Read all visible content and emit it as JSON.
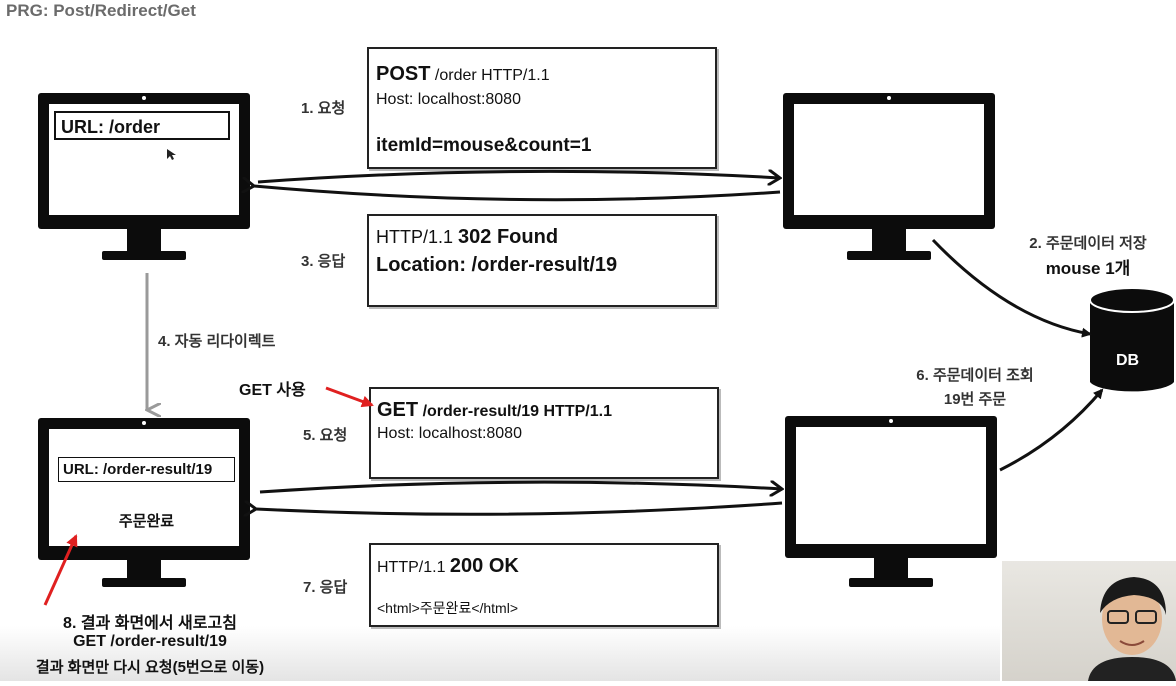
{
  "title": "PRG: Post/Redirect/Get",
  "client_top": {
    "url": "URL: /order"
  },
  "client_bottom": {
    "url": "URL: /order-result/19",
    "content": "주문완료"
  },
  "db_label": "DB",
  "msg1": {
    "line1_bold": "POST",
    "line1_rest": " /order HTTP/1.1",
    "line2": "Host: localhost:8080",
    "line3": "itemId=mouse&count=1"
  },
  "msg3": {
    "line1_normal": "HTTP/1.1 ",
    "line1_bold": "302 Found",
    "line2": "Location: /order-result/19"
  },
  "msg5": {
    "line1_bold": "GET",
    "line1_rest": " /order-result/19 HTTP/1.1",
    "line2": "Host: localhost:8080"
  },
  "msg7": {
    "line1_normal": "HTTP/1.1 ",
    "line1_bold": "200 OK",
    "line2": "<html>주문완료</html>"
  },
  "labels": {
    "step1": "1. 요청",
    "step2_line1": "2. 주문데이터 저장",
    "step2_line2": "mouse 1개",
    "step3": "3. 응답",
    "step4": "4. 자동 리다이렉트",
    "step5": "5. 요청",
    "step6_line1": "6. 주문데이터 조회",
    "step6_line2": "19번 주문",
    "step7": "7. 응답",
    "get_use": "GET 사용",
    "step8_line1": "8. 결과 화면에서 새로고침",
    "step8_line2": "GET /order-result/19",
    "step8_line3": "결과 화면만 다시 요청(5번으로 이동)"
  },
  "colors": {
    "accent_red": "#e02020",
    "redirect_gray": "#9a9a9a"
  }
}
